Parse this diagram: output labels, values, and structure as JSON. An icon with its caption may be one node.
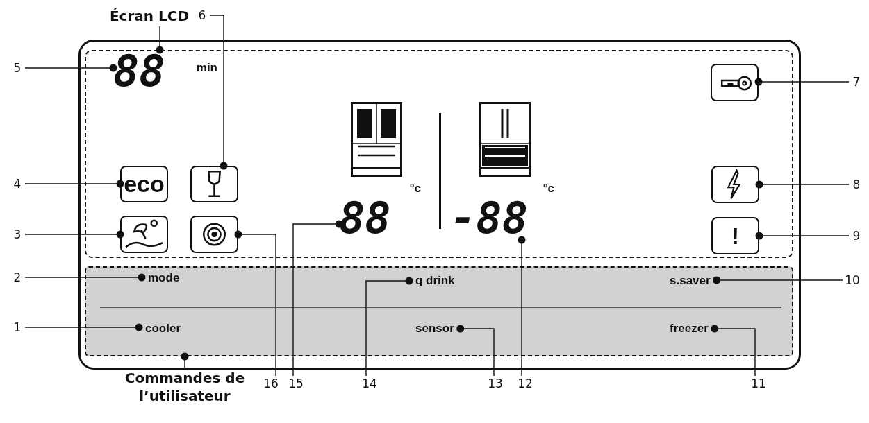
{
  "diagram": {
    "nodes": [
      {
        "text": [
          "Écran LCD"
        ]
      },
      {
        "text": [],
        "shape": "box"
      },
      {
        "text": [
          "88",
          "min"
        ],
        "in": 1
      },
      {
        "text": [
          "eco"
        ],
        "in": 1
      },
      {
        "text": [],
        "shape": "picture",
        "in": 1
      },
      {
        "text": [],
        "shape": "picture",
        "in": 1
      },
      {
        "text": [],
        "shape": "picture",
        "in": 1
      },
      {
        "text": [
          "88",
          "°c"
        ],
        "in": 1
      },
      {
        "text": [
          "-88",
          "°c"
        ],
        "in": 1
      },
      {
        "text": [],
        "shape": "picture",
        "in": 1
      },
      {
        "text": [],
        "shape": "picture",
        "in": 1
      },
      {
        "text": [
          "!"
        ],
        "in": 1
      },
      {
        "text": [],
        "shape": "box"
      },
      {
        "text": [
          "mode"
        ],
        "in": 12
      },
      {
        "text": [
          "q drink"
        ],
        "in": 12
      },
      {
        "text": [
          "s.saver"
        ],
        "in": 12
      },
      {
        "text": [
          "cooler"
        ],
        "in": 12
      },
      {
        "text": [
          "sensor"
        ],
        "in": 12
      },
      {
        "text": [
          "freezer"
        ],
        "in": 12
      },
      {
        "text": [
          "1"
        ]
      },
      {
        "text": [
          "2"
        ]
      },
      {
        "text": [
          "3"
        ]
      },
      {
        "text": [
          "4"
        ]
      },
      {
        "text": [
          "5"
        ]
      },
      {
        "text": [
          "6"
        ]
      },
      {
        "text": [
          "7"
        ]
      },
      {
        "text": [
          "8"
        ]
      },
      {
        "text": [
          "9"
        ]
      },
      {
        "text": [
          "10"
        ]
      },
      {
        "text": [
          "11"
        ]
      },
      {
        "text": [
          "12"
        ]
      },
      {
        "text": [
          "13"
        ]
      },
      {
        "text": [
          "14"
        ]
      },
      {
        "text": [
          "15"
        ]
      },
      {
        "text": [
          "16"
        ]
      },
      {
        "text": [
          "Commandes de l’utilisateur"
        ]
      }
    ],
    "edges": [
      {
        "from": 0,
        "to": 1,
        "arrow": "other"
      },
      {
        "from": 19,
        "to": 16,
        "arrow": "other"
      },
      {
        "from": 20,
        "to": 13,
        "arrow": "other"
      },
      {
        "from": 21,
        "to": 5,
        "arrow": "other"
      },
      {
        "from": 22,
        "to": 3,
        "arrow": "other"
      },
      {
        "from": 23,
        "to": 2,
        "arrow": "other"
      },
      {
        "from": 24,
        "to": 4,
        "arrow": "other"
      },
      {
        "from": 25,
        "to": 9,
        "arrow": "other"
      },
      {
        "from": 26,
        "to": 10,
        "arrow": "other"
      },
      {
        "from": 27,
        "to": 11,
        "arrow": "other"
      },
      {
        "from": 28,
        "to": 15,
        "arrow": "other"
      },
      {
        "from": 29,
        "to": 18,
        "arrow": "other"
      },
      {
        "from": 30,
        "to": 8,
        "arrow": "other"
      },
      {
        "from": 31,
        "to": 17,
        "arrow": "other"
      },
      {
        "from": 32,
        "to": 14,
        "arrow": "other"
      },
      {
        "from": 33,
        "to": 7,
        "arrow": "other"
      },
      {
        "from": 34,
        "to": 6,
        "arrow": "other"
      },
      {
        "from": 35,
        "to": 12,
        "arrow": "other"
      }
    ]
  }
}
